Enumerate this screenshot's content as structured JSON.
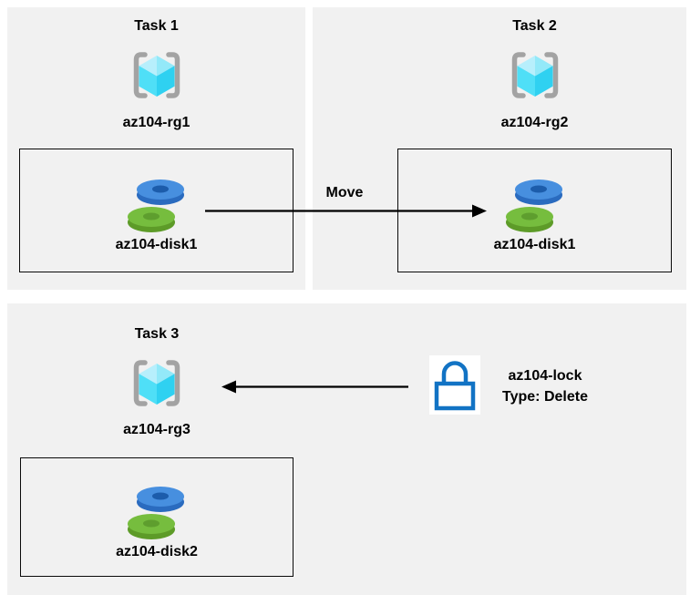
{
  "colors": {
    "page_bg": "#ffffff",
    "panel_bg": "#f1f1f1",
    "box_border": "#0a0a0a",
    "arrow_black": "#000000",
    "bracket_gray": "#a3a3a3",
    "cube_top_left": "#b7effc",
    "cube_top_right": "#93e9f9",
    "cube_bottom_left": "#4fdff7",
    "cube_bottom_right": "#2fd1f1",
    "disk_blue_top": "#478fdf",
    "disk_blue_side": "#2a6bbf",
    "disk_blue_hole": "#1c5cab",
    "disk_green_top": "#76bd3e",
    "disk_green_side": "#5d9b28",
    "disk_green_hole": "#5e9e2e",
    "lock_blue": "#1273c4",
    "lock_bg": "#ffffff"
  },
  "tasks": [
    {
      "title": "Task 1",
      "resource_group": "az104-rg1",
      "resource": "az104-disk1"
    },
    {
      "title": "Task 2",
      "resource_group": "az104-rg2",
      "resource": "az104-disk1"
    },
    {
      "title": "Task 3",
      "resource_group": "az104-rg3",
      "resource": "az104-disk2"
    }
  ],
  "move_arrow": {
    "label": "Move",
    "direction": "right"
  },
  "lock_arrow": {
    "direction": "left"
  },
  "lock": {
    "name": "az104-lock",
    "type": "Type: Delete"
  },
  "icons": {
    "resource_group": "azure-resource-group-cube-in-brackets",
    "disk": "azure-managed-disk-stack",
    "lock": "blue-padlock"
  }
}
